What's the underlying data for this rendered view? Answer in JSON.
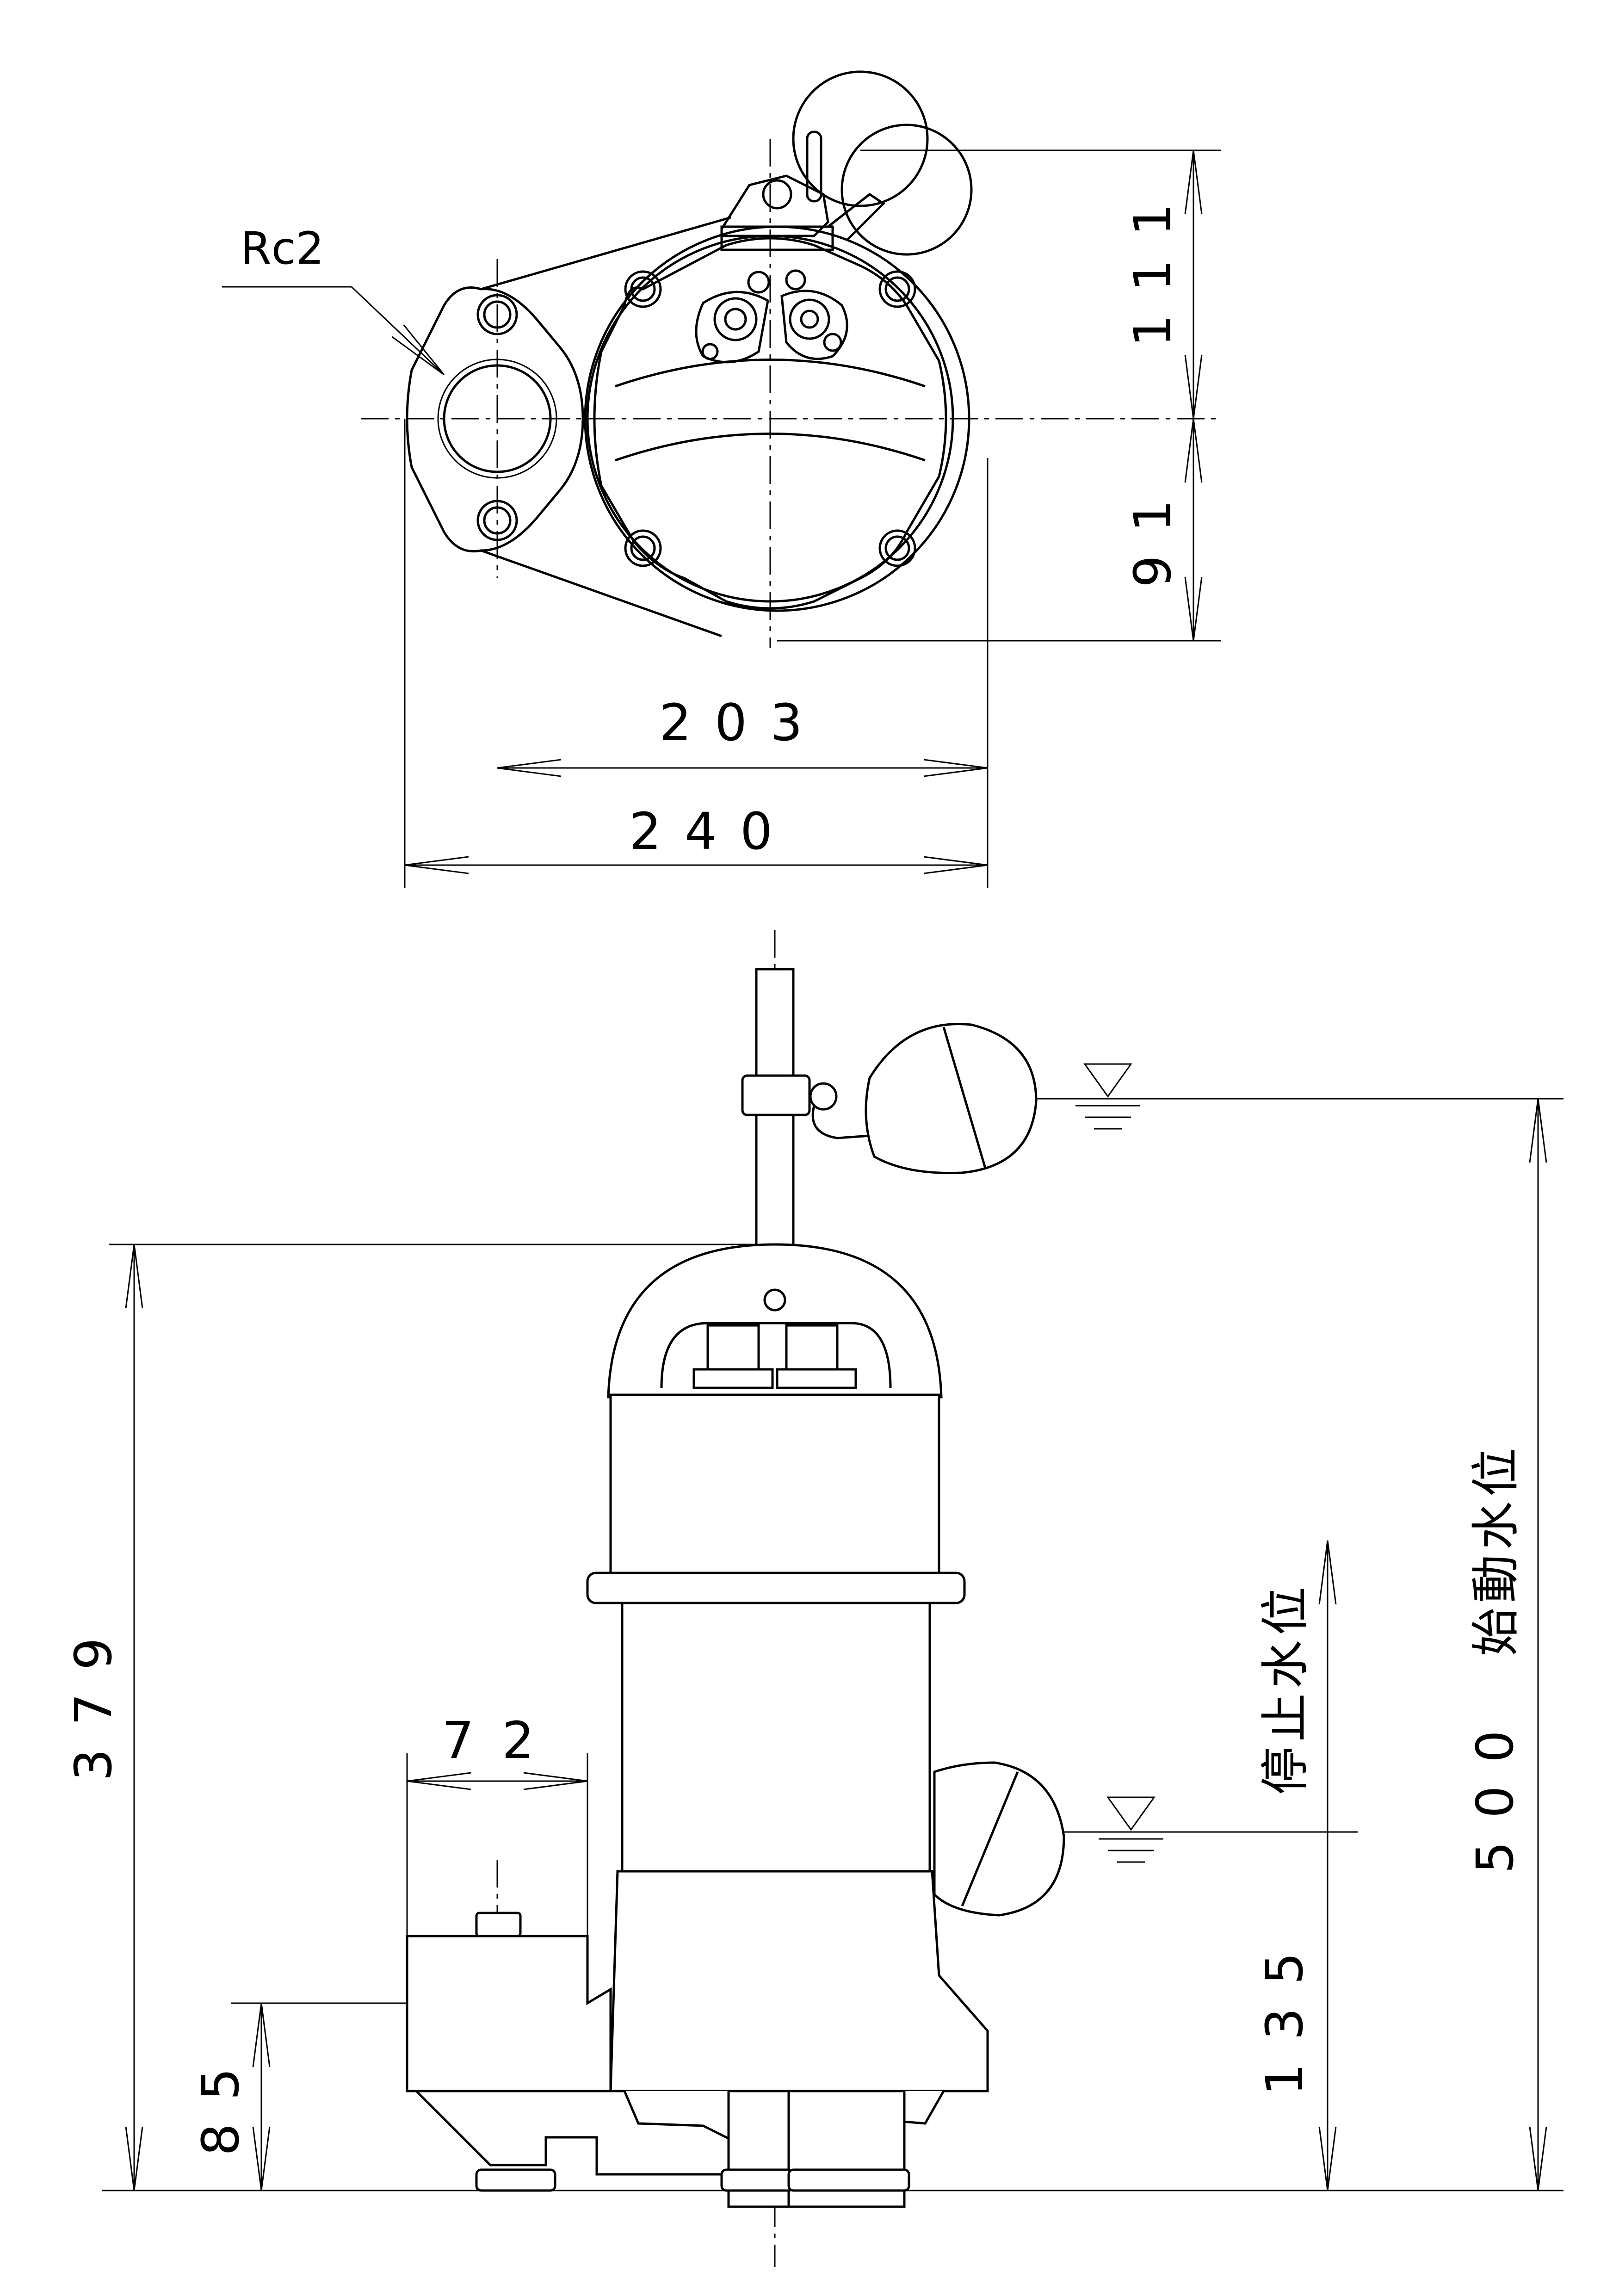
{
  "top_view": {
    "pipe_thread_label": "Rc2",
    "dim_float_height": "111",
    "dim_lower_half": "91",
    "dim_width_203": "203",
    "dim_width_240": "240"
  },
  "side_view": {
    "dim_total_height": "379",
    "dim_outlet_height": "85",
    "dim_outlet_width": "72",
    "dim_stop_level": "135",
    "dim_start_level": "500",
    "stop_water_level_label": "停止水位",
    "start_water_level_label": "始動水位"
  }
}
